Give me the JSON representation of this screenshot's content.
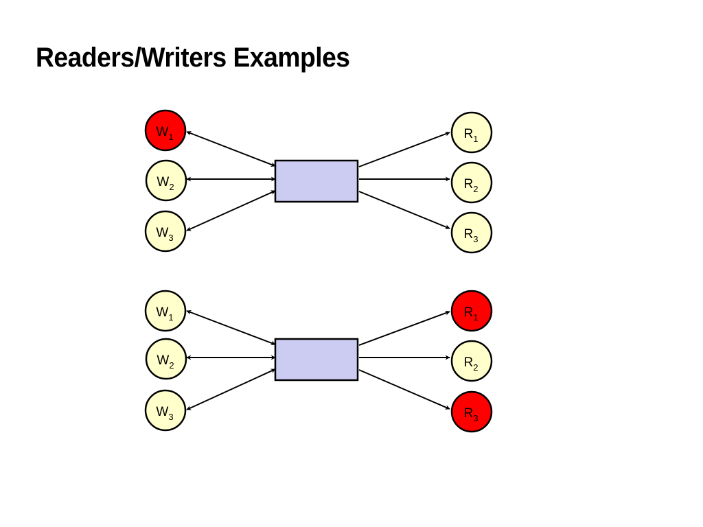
{
  "slide": {
    "title": "Readers/Writers Examples"
  },
  "colors": {
    "active_node": "#ff0000",
    "idle_node": "#ffffcc",
    "shared_object": "#ccccf2",
    "stroke": "#000000"
  },
  "examples": [
    {
      "writers": [
        {
          "letter": "W",
          "index": "1",
          "active": true
        },
        {
          "letter": "W",
          "index": "2",
          "active": false
        },
        {
          "letter": "W",
          "index": "3",
          "active": false
        }
      ],
      "readers": [
        {
          "letter": "R",
          "index": "1",
          "active": false
        },
        {
          "letter": "R",
          "index": "2",
          "active": false
        },
        {
          "letter": "R",
          "index": "3",
          "active": false
        }
      ]
    },
    {
      "writers": [
        {
          "letter": "W",
          "index": "1",
          "active": false
        },
        {
          "letter": "W",
          "index": "2",
          "active": false
        },
        {
          "letter": "W",
          "index": "3",
          "active": false
        }
      ],
      "readers": [
        {
          "letter": "R",
          "index": "1",
          "active": true
        },
        {
          "letter": "R",
          "index": "2",
          "active": false
        },
        {
          "letter": "R",
          "index": "3",
          "active": true
        }
      ]
    }
  ]
}
